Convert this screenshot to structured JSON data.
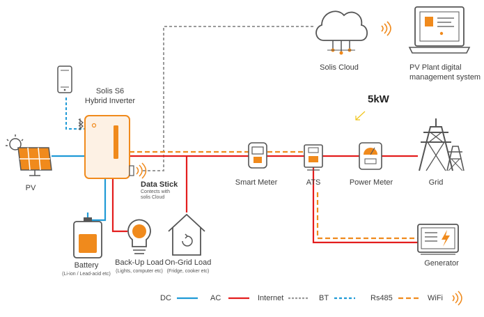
{
  "colors": {
    "dc": "#1f9ad6",
    "ac": "#e31d1d",
    "internet": "#9a9a9a",
    "bt": "#1f9ad6",
    "rs485": "#f08a1c",
    "wifi": "#f08a1c",
    "inverter_fill": "#fdf1e4",
    "inverter_border": "#f08a1c",
    "icon_stroke": "#555555"
  },
  "inverter": {
    "title_line1": "Solis S6",
    "title_line2": "Hybrid Inverter",
    "brand": "solis"
  },
  "pv": {
    "label": "PV",
    "icon": "solar-panel-icon"
  },
  "phone": {
    "icon": "smartphone-icon"
  },
  "data_stick": {
    "label": "Data Stick",
    "sub1": "Contects with",
    "sub2": "solis Cloud",
    "icon": "wifi-signal-icon"
  },
  "cloud": {
    "label": "Solis Cloud",
    "icon": "cloud-network-icon"
  },
  "monitoring": {
    "label_line1": "PV Plant digital",
    "label_line2": "management system",
    "icon": "laptop-icon"
  },
  "power_note": {
    "text": "5kW"
  },
  "smart_meter": {
    "label": "Smart Meter",
    "icon": "meter-icon"
  },
  "ats": {
    "label": "ATS",
    "icon": "transfer-switch-icon"
  },
  "power_meter": {
    "label": "Power Meter",
    "icon": "power-meter-icon"
  },
  "grid": {
    "label": "Grid",
    "icon": "transmission-tower-icon"
  },
  "generator": {
    "label": "Generator",
    "icon": "generator-icon"
  },
  "battery": {
    "label": "Battery",
    "sub": "(Li-ion / Lead-acid etc)",
    "icon": "battery-icon"
  },
  "backup_load": {
    "label": "Back-Up Load",
    "sub": "(Lights, computer etc)",
    "icon": "lightbulb-icon"
  },
  "ongrid_load": {
    "label": "On-Grid Load",
    "sub": "(Fridge, cooker etc)",
    "icon": "house-icon"
  },
  "legend": {
    "dc": "DC",
    "ac": "AC",
    "internet": "Internet",
    "bt": "BT",
    "rs485": "Rs485",
    "wifi": "WiFi"
  }
}
